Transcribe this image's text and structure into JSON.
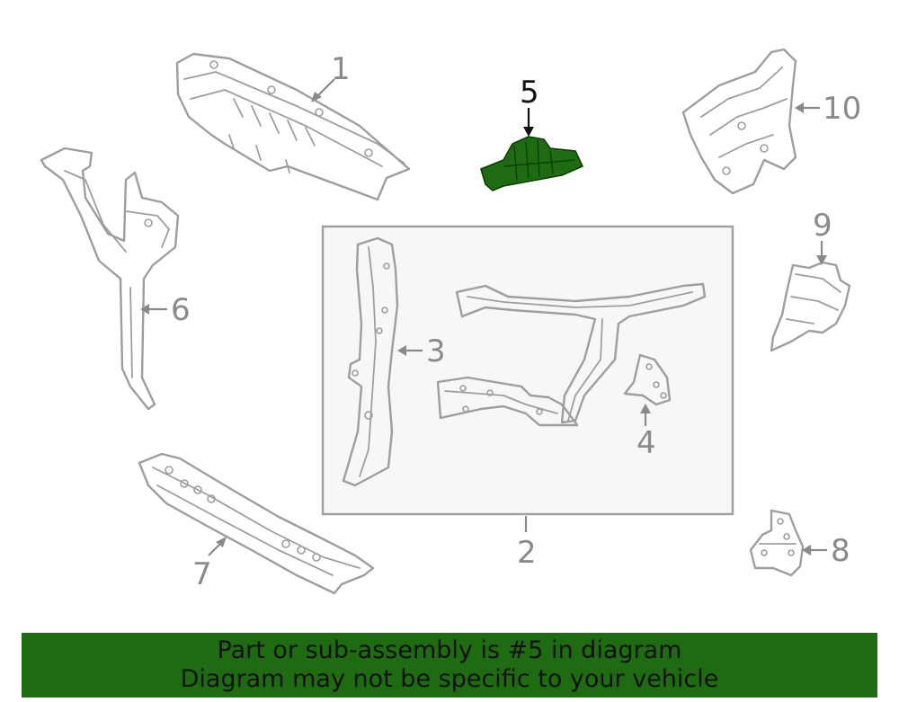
{
  "colors": {
    "banner_bg": "#1f6b12",
    "highlight_part": "#1f6b12",
    "outline": "#9e9e9e",
    "group_box_bg": "#f7f7f7"
  },
  "callouts": {
    "c1": "1",
    "c2": "2",
    "c3": "3",
    "c4": "4",
    "c5": "5",
    "c6": "6",
    "c7": "7",
    "c8": "8",
    "c9": "9",
    "c10": "10"
  },
  "highlighted_part": "5",
  "banner": {
    "line1": "Part or sub-assembly is #5 in diagram",
    "line2": "Diagram may not be specific to your vehicle"
  }
}
